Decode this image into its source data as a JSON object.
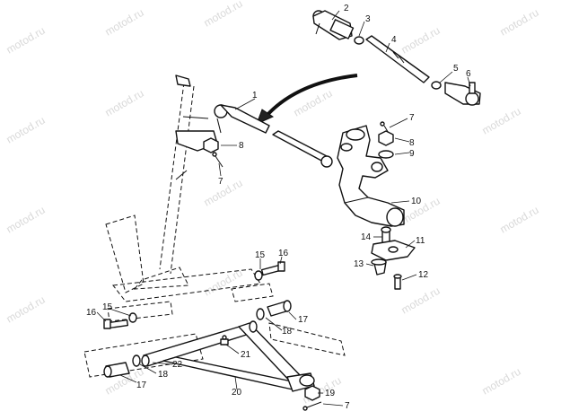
{
  "watermark": "motod.ru",
  "callouts": [
    "1",
    "2",
    "3",
    "4",
    "5",
    "6",
    "7",
    "8",
    "9",
    "10",
    "11",
    "12",
    "13",
    "14",
    "15",
    "16",
    "17",
    "18",
    "19",
    "20",
    "21",
    "22"
  ]
}
